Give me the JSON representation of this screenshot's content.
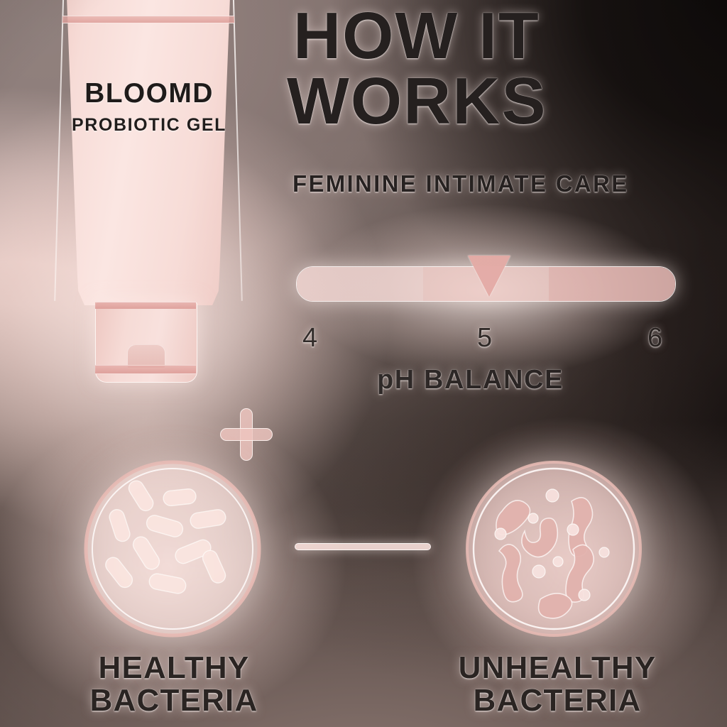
{
  "header": {
    "title_line1": "HOW IT",
    "title_line2": "WORKS",
    "subtitle": "FEMININE INTIMATE CARE"
  },
  "product": {
    "brand": "BLOOMD",
    "product_type": "PROBIOTIC GEL",
    "tube_color": "#f7dcd7",
    "stripe_color": "#dd9d98"
  },
  "ph_meter": {
    "label": "pH BALANCE",
    "ticks": [
      "4",
      "5",
      "6"
    ],
    "marker_value": "5",
    "segments": [
      {
        "name": "low",
        "color": "#f8ddd8"
      },
      {
        "name": "mid",
        "color": "#f3d0cb"
      },
      {
        "name": "high",
        "color": "#ebbdb8"
      }
    ],
    "marker_color": "#e1a5a0"
  },
  "comparison": {
    "plus_symbol": "+",
    "healthy": {
      "caption_line1": "HEALTHY",
      "caption_line2": "BACTERIA",
      "fill_color": "#f7ddd9",
      "ring_color": "#e6b9b3"
    },
    "unhealthy": {
      "caption_line1": "UNHEALTHY",
      "caption_line2": "BACTERIA",
      "fill_color": "#ecc6c1",
      "ring_color": "#e6b9b3"
    }
  },
  "palette": {
    "background_light": "#f3d9d5",
    "background_dark": "#141110",
    "background_warm": "#6b5d58",
    "text_dark": "#25201f",
    "glow": "#fff6f3"
  }
}
